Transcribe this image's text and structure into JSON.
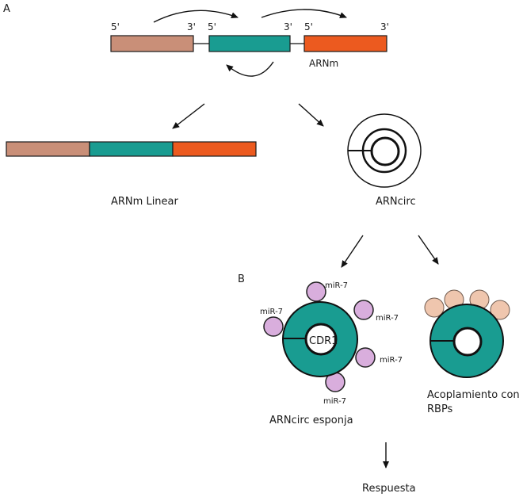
{
  "panels": {
    "a": "A",
    "b": "B"
  },
  "colors": {
    "exon1": "#c98f78",
    "exon2": "#199c91",
    "exon3": "#ec5a1f",
    "mirna": "#d9aedd",
    "rbp": "#efc6ae",
    "ring": "#199c91"
  },
  "mrna": {
    "exon_labels": [
      {
        "five": "5'",
        "three": "3'"
      },
      {
        "five": "5'",
        "three": "3'"
      },
      {
        "five": "5'",
        "three": "3'"
      }
    ],
    "label": "ARNm"
  },
  "linear": {
    "label": "ARNm Linear"
  },
  "circ": {
    "label": "ARNcirc"
  },
  "sponge": {
    "core_label": "CDR1",
    "mirna_labels": [
      "miR-7",
      "miR-7",
      "miR-7",
      "miR-7",
      "miR-7"
    ],
    "caption": "ARNcirc esponja"
  },
  "rbp": {
    "caption_line1": "Acoplamiento con",
    "caption_line2": "RBPs"
  },
  "response": {
    "label": "Respuesta"
  }
}
